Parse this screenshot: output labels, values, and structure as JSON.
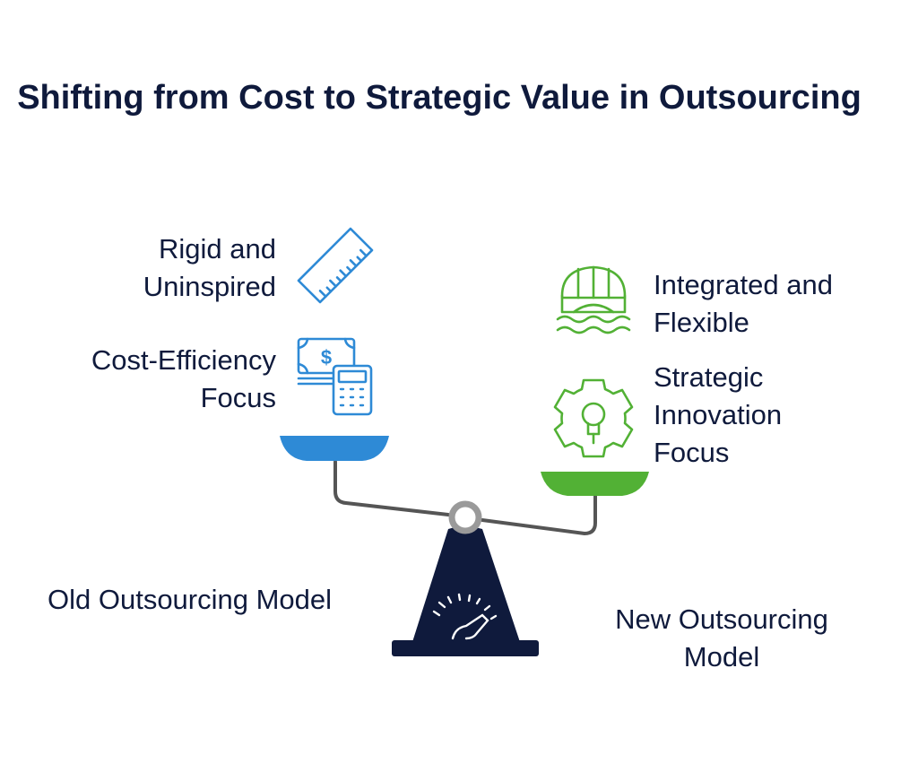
{
  "title": "Shifting from Cost to Strategic Value in Outsourcing",
  "left_side": {
    "label": "Old Outsourcing Model",
    "items": [
      {
        "text": "Rigid and Uninspired",
        "icon": "ruler-icon"
      },
      {
        "text": "Cost-Efficiency Focus",
        "icon": "money-calculator-icon"
      }
    ],
    "color": "#2e8ad6"
  },
  "right_side": {
    "label": "New Outsourcing Model",
    "items": [
      {
        "text": "Integrated and Flexible",
        "icon": "bridge-water-icon"
      },
      {
        "text": "Strategic Innovation Focus",
        "icon": "gear-lightbulb-icon"
      }
    ],
    "color": "#52b135"
  },
  "colors": {
    "dark": "#0f1a3c",
    "beam": "#555555",
    "pivot": "#9a9a9a"
  }
}
